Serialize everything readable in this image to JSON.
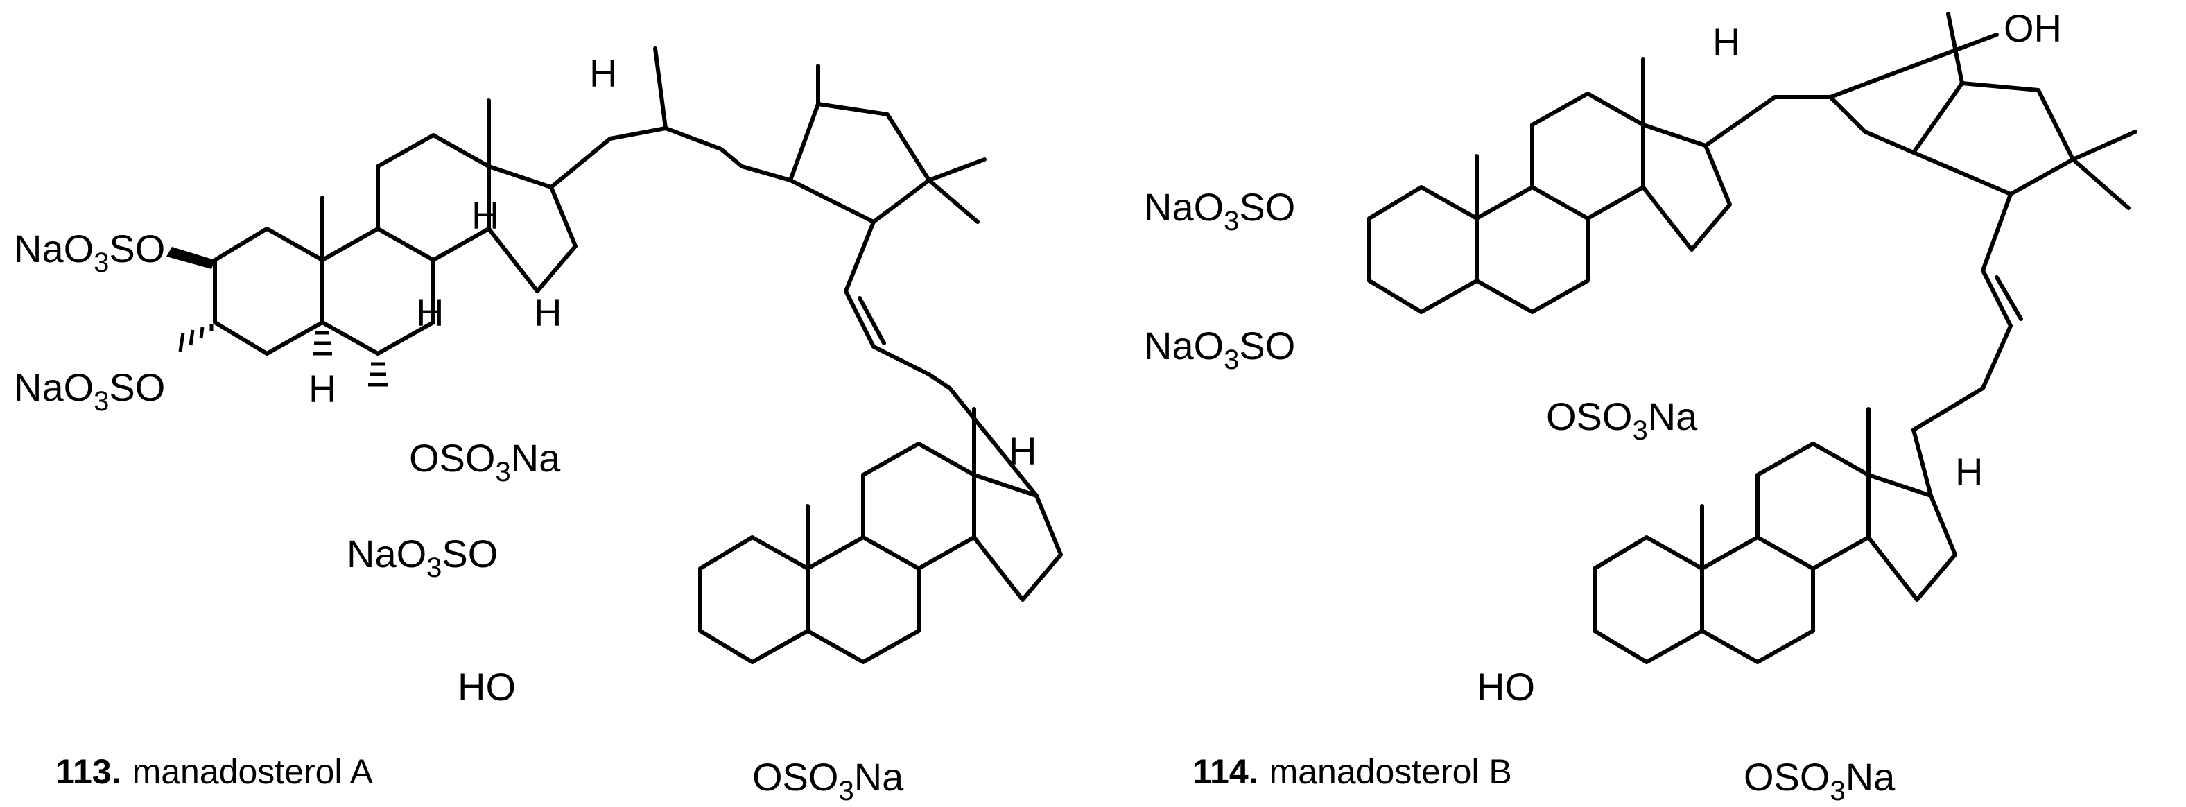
{
  "labels": {
    "nao3so": [
      "NaO",
      "3",
      "SO"
    ],
    "oso3na": [
      "OSO",
      "3",
      "Na"
    ],
    "ho": "HO",
    "oh": "OH",
    "h": "H"
  },
  "compounds": [
    {
      "number": "113.",
      "name": "manadosterol A"
    },
    {
      "number": "114.",
      "name": "manadosterol B"
    }
  ]
}
